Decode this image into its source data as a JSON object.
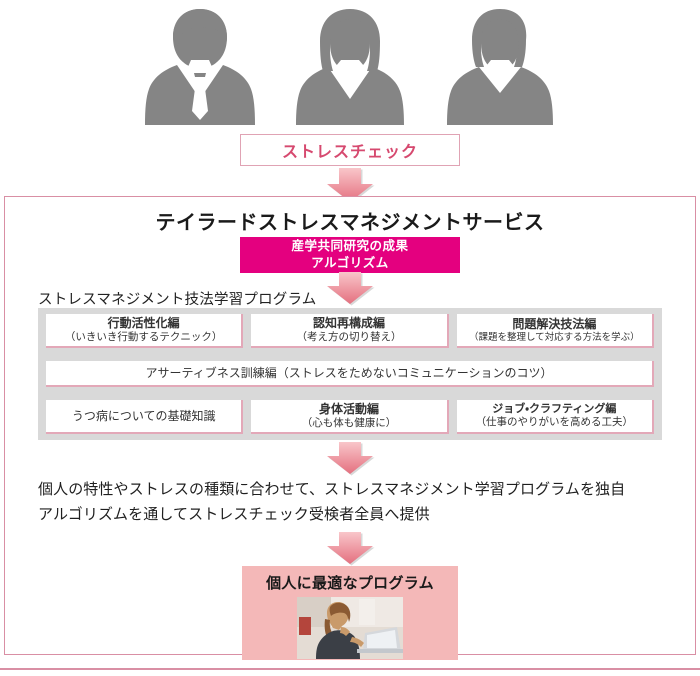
{
  "top": {
    "people": [
      {
        "name": "businessman-silhouette"
      },
      {
        "name": "businesswoman-silhouette"
      },
      {
        "name": "person-silhouette"
      }
    ],
    "stress_check_label": "ストレスチェック"
  },
  "service": {
    "title": "テイラードストレスマネジメントサービス",
    "algorithm_box": {
      "line1": "産学共同研究の成果",
      "line2": "アルゴリズム",
      "color": "#e4007f"
    },
    "program_heading": "ストレスマネジメント技法学習プログラム",
    "program_rows": [
      [
        {
          "title": "行動活性化編",
          "sub": "（いきいき行動するテクニック）"
        },
        {
          "title": "認知再構成編",
          "sub": "（考え方の切り替え）"
        },
        {
          "title": "問題解決技法編",
          "sub": "（課題を整理して対応する方法を学ぶ）"
        }
      ],
      [
        {
          "single": "アサーティブネス訓練編（ストレスをためないコミュニケーションのコツ）"
        }
      ],
      [
        {
          "single": "うつ病についての基礎知識"
        },
        {
          "title": "身体活動編",
          "sub": "（心も体も健康に）"
        },
        {
          "title": "ジョブ・クラフティング編",
          "sub": "（仕事のやりがいを高める工夫）"
        }
      ]
    ],
    "description_line1": "個人の特性やストレスの種類に合わせて、ストレスマネジメント学習プログラムを独自",
    "description_line2": "アルゴリズムを通してストレスチェック受検者全員へ提供",
    "result": {
      "label": "個人に最適なプログラム",
      "photo_name": "woman-at-laptop-photo",
      "background": "#f4b8b8"
    }
  },
  "arrows": [
    {
      "name": "arrow-to-service"
    },
    {
      "name": "arrow-to-program"
    },
    {
      "name": "arrow-to-description"
    },
    {
      "name": "arrow-to-result"
    }
  ],
  "colors": {
    "accent_pink": "#e4007f",
    "border_pink": "#d98fa4",
    "arrow_pink_light": "#f6b6bc",
    "arrow_pink_dark": "#e8707f",
    "silhouette_gray": "#858585",
    "panel_gray": "#d9d9d9"
  }
}
